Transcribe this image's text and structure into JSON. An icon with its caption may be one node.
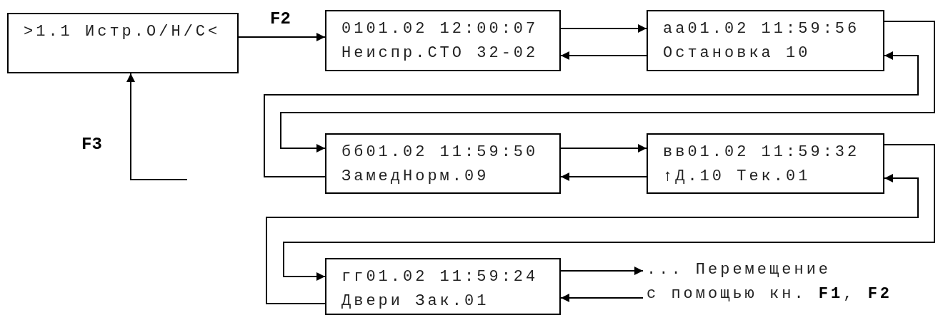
{
  "diagram": {
    "nodes": [
      {
        "text": [
          ">1.1 Истр.О/Н/С<"
        ]
      },
      {
        "text": [
          "0101.02 12:00:07",
          "Неиспр.СТО 32-02"
        ]
      },
      {
        "text": [
          "аа01.02 11:59:56",
          "Остановка 10"
        ]
      },
      {
        "text": [
          "бб01.02 11:59:50",
          "ЗамедНорм.09"
        ]
      },
      {
        "text": [
          "вв01.02 11:59:32",
          "↑Д.10 Тек.01"
        ]
      },
      {
        "text": [
          "гг01.02 11:59:24",
          "Двери Зак.01"
        ]
      },
      {
        "text": [
          "... Перемещение",
          "с помощью кн. **F1**, **F2**"
        ]
      }
    ],
    "edges": [
      {
        "from": 0,
        "to": 1,
        "arrow": "to",
        "label": "F2"
      },
      {
        "from": 1,
        "to": 2,
        "arrow": "to"
      },
      {
        "from": 2,
        "to": 1,
        "arrow": "to"
      },
      {
        "from": 2,
        "to": 3,
        "arrow": "to"
      },
      {
        "from": 3,
        "to": 2,
        "arrow": "to"
      },
      {
        "from": 3,
        "to": 4,
        "arrow": "to"
      },
      {
        "from": 4,
        "to": 3,
        "arrow": "to"
      },
      {
        "from": 4,
        "to": 5,
        "arrow": "to"
      },
      {
        "from": 5,
        "to": 4,
        "arrow": "to"
      },
      {
        "from": 5,
        "to": 6,
        "arrow": "to"
      },
      {
        "from": 6,
        "to": 5,
        "arrow": "to"
      },
      {
        "from": null,
        "to": 0,
        "arrow": "to",
        "label": "F3"
      }
    ]
  }
}
